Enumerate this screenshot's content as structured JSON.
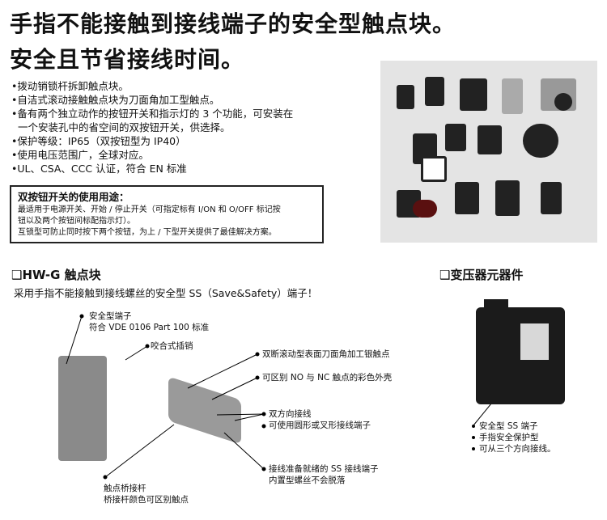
{
  "title": {
    "line1": "手指不能接触到接线端子的安全型触点块。",
    "line2": "安全且节省接线时间。"
  },
  "features": [
    "•拨动销锁杆拆卸触点块。",
    "•自洁式滚动接触触点块为刀面角加工型触点。",
    "•备有两个独立动作的按钮开关和指示灯的 3 个功能，可安装在",
    "  一个安装孔中的省空间的双按钮开关，供选择。",
    "•保护等级：IP65（双按钮型为 IP40）",
    "•使用电压范围广，全球对应。",
    "•UL、CSA、CCC 认证，符合 EN 标准"
  ],
  "usage_box": {
    "title": "双按钮开关的使用用途：",
    "lines": [
      "最适用于电源开关、开始 / 停止开关（可指定标有 I/ON 和 O/OFF 标记按",
      "钮以及两个按钮间标配指示灯）。",
      "互锁型可防止同时按下两个按钮，为上 / 下型开关提供了最佳解决方案。"
    ]
  },
  "hwg": {
    "heading": "❑HW-G 触点块",
    "subtitle": "采用手指不能接触到接线螺丝的安全型 SS（Save&Safety）端子！",
    "callouts": {
      "a1": "安全型端子",
      "a2": "符合 VDE 0106 Part 100 标准",
      "b": "咬合式插销",
      "c": "双断滚动型表面刀面角加工银触点",
      "d": "可区别 NO 与 NC 触点的彩色外壳",
      "e1": "双方向接线",
      "e2": "可使用圆形或叉形接线端子",
      "f1": "接线准备就绪的 SS 接线端子",
      "f2": "内置型螺丝不会脱落",
      "g1": "触点桥接杆",
      "g2": "桥接杆颜色可区别触点"
    }
  },
  "transformer": {
    "heading": "❑变压器元器件",
    "bullets": [
      "安全型 SS 端子",
      "手指安全保护型",
      "可从三个方向接线。"
    ]
  }
}
